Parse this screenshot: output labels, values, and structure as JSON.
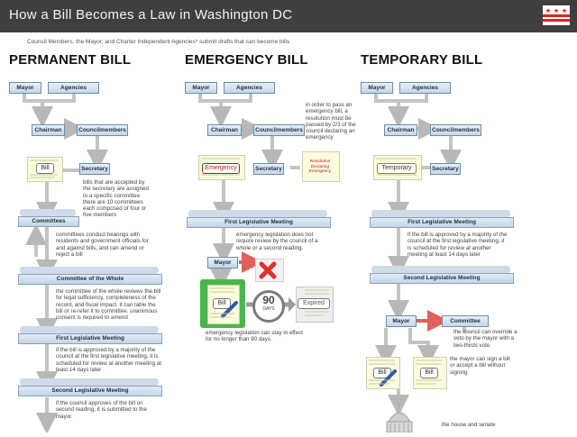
{
  "header": {
    "title": "How a Bill Becomes a Law in Washington DC"
  },
  "subtitle": "Council Members, the Mayor, and Charter Independent Agencies* submit drafts that can become bills",
  "permanent": {
    "title": "PERMANENT BILL",
    "mayor": "Mayor",
    "agencies": "Agencies",
    "chairman": "Chairman",
    "councilmembers": "Councilmembers",
    "bill_tag": "Bill",
    "secretary": "Secretary",
    "secretary_desc": "bills that are accepted by the secretary are assigned to a specific committee. there are 10 committees each composed of four or five members",
    "committees": "Committees",
    "committees_desc": "committees conduct hearings with residents and government officials for and against bills, and can amend or reject a bill",
    "cow": "Committee of the Whole",
    "cow_desc": "the committee of the whole reviews the bill for legal sufficiency, completeness of the record, and fiscal impact. it can table the bill or re-refer it to committee. unanimous consent is required to amend",
    "first": "First Legislative Meeting",
    "first_desc": "if the bill is approved by a majority of the council at the first legislative meeting, it is scheduled for review at another meeting at least 14 days later",
    "second": "Second Legislative Meeting",
    "second_desc": "if the council approves of the bill on second reading, it is submitted to the mayor."
  },
  "emergency": {
    "title": "EMERGENCY BILL",
    "mayor": "Mayor",
    "agencies": "Agencies",
    "chairman": "Chairman",
    "councilmembers": "Councilmembers",
    "resolution_desc": "in order to pass an emergency bill, a resolution must be passed by 2/3 of the council declaring an emergency",
    "emergency_tag": "Emergency",
    "secretary": "Secretary",
    "resolution_tag": "Resolution Declaring Emergency",
    "first": "First Legislative Meeting",
    "first_desc": "emergency legislation does not require review by the council of a whole or a second reading.",
    "mayor2": "Mayor",
    "bill_tag": "Bill",
    "days_number": "90",
    "days_label": "DAYS",
    "expired": "Expired",
    "expire_desc": "emergency legislation can stay in effect for no longer than 90 days."
  },
  "temporary": {
    "title": "TEMPORARY BILL",
    "mayor": "Mayor",
    "agencies": "Agencies",
    "chairman": "Chairman",
    "councilmembers": "Councilmembers",
    "temporary_tag": "Temporary",
    "secretary": "Secretary",
    "first": "First Legislative Meeting",
    "first_desc": "if the bill is approved by a majority of the council at the first legislative meeting, it is scheduled for review at another meeting at least 14 days later",
    "second": "Second Legislative Meeting",
    "mayor2": "Mayor",
    "committee": "Committee",
    "override_desc": "the council can override a veto by the mayor with a two-thirds vote",
    "bill_tag_a": "Bill",
    "bill_tag_b": "Bill",
    "sign_desc": "the mayor can sign a bill or accept a bill without signing",
    "congress_desc": "the house and senate"
  },
  "colors": {
    "header_bg": "#3f3f3f",
    "box_border": "#6a8db0",
    "arrow_red": "#e06060",
    "green": "#49b649",
    "flag_red": "#d62828"
  }
}
